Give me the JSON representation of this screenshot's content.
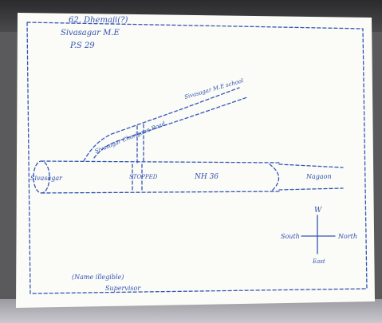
{
  "header": {
    "line1": "62. Dhemaji(?)",
    "line2": "Sivasagar M.E",
    "line3": "P.S 29"
  },
  "map_labels": {
    "left_end": "Sivasagar",
    "junction": "STOPPED",
    "highway": "NH 36",
    "right_end": "Nagaon",
    "branch_road": "Sivasagar Charigaon Road",
    "branch_end": "Sivasagar M.E school"
  },
  "compass": {
    "top": "W",
    "left": "South",
    "right": "North",
    "bottom": "East"
  },
  "signature": {
    "line1": "(Name illegible)",
    "line2": "Supervisor"
  },
  "colors": {
    "ink": "#3557b5",
    "paper": "#fbfbf7"
  }
}
